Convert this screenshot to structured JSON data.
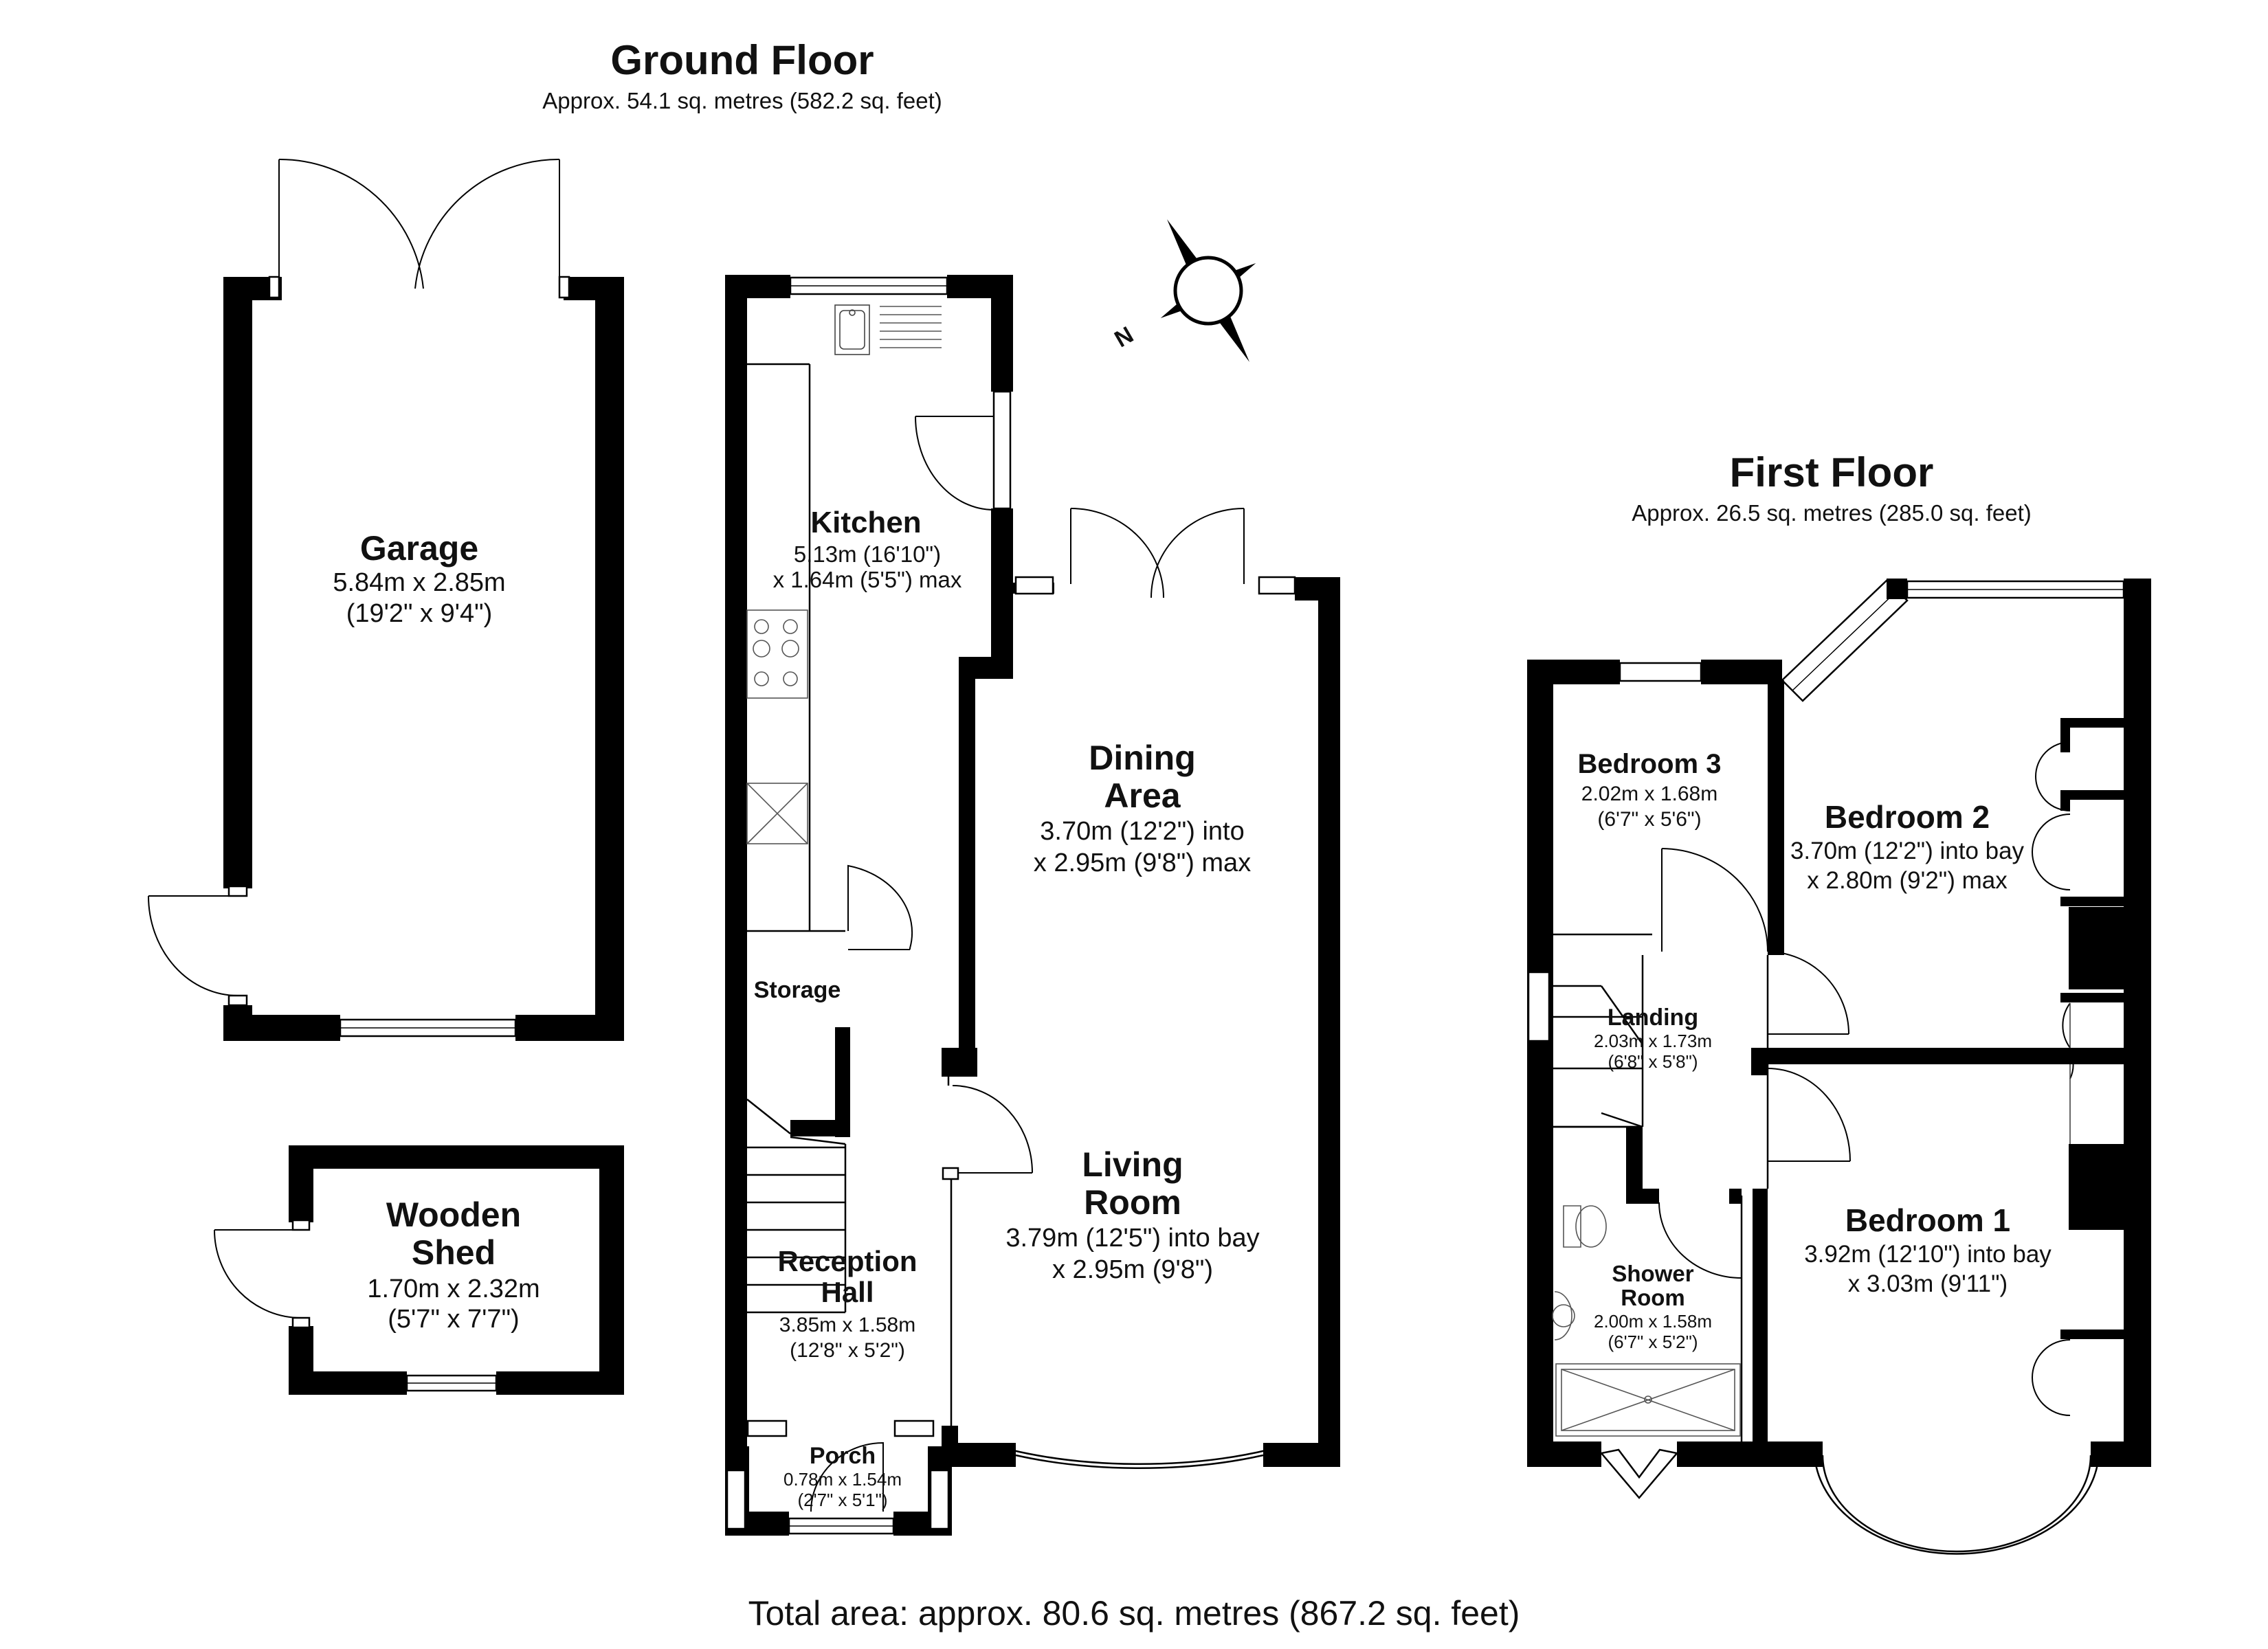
{
  "ground_floor": {
    "title": "Ground Floor",
    "area": "Approx. 54.1 sq. metres (582.2 sq. feet)"
  },
  "first_floor": {
    "title": "First Floor",
    "area": "Approx. 26.5 sq. metres (285.0 sq. feet)"
  },
  "compass": {
    "label": "N"
  },
  "rooms": {
    "garage": {
      "name": "Garage",
      "dim1": "5.84m x 2.85m",
      "dim2": "(19'2\" x 9'4\")"
    },
    "kitchen": {
      "name": "Kitchen",
      "dim1": "5.13m (16'10\")",
      "dim2": "x 1.64m (5'5\") max"
    },
    "dining": {
      "name1": "Dining",
      "name2": "Area",
      "dim1": "3.70m (12'2\") into",
      "dim2": "x 2.95m (9'8\") max"
    },
    "storage": {
      "name": "Storage"
    },
    "living": {
      "name1": "Living",
      "name2": "Room",
      "dim1": "3.79m (12'5\") into bay",
      "dim2": "x 2.95m (9'8\")"
    },
    "reception": {
      "name1": "Reception",
      "name2": "Hall",
      "dim1": "3.85m x 1.58m",
      "dim2": "(12'8\" x 5'2\")"
    },
    "porch": {
      "name": "Porch",
      "dim1": "0.78m x 1.54m",
      "dim2": "(2'7\" x 5'1\")"
    },
    "shed": {
      "name1": "Wooden",
      "name2": "Shed",
      "dim1": "1.70m x 2.32m",
      "dim2": "(5'7\" x 7'7\")"
    },
    "bedroom3": {
      "name": "Bedroom 3",
      "dim1": "2.02m x 1.68m",
      "dim2": "(6'7\" x 5'6\")"
    },
    "bedroom2": {
      "name": "Bedroom 2",
      "dim1": "3.70m (12'2\") into bay",
      "dim2": "x 2.80m (9'2\") max"
    },
    "landing": {
      "name": "Landing",
      "dim1": "2.03m x 1.73m",
      "dim2": "(6'8\" x 5'8\")"
    },
    "shower": {
      "name1": "Shower",
      "name2": "Room",
      "dim1": "2.00m x 1.58m",
      "dim2": "(6'7\" x 5'2\")"
    },
    "bedroom1": {
      "name": "Bedroom 1",
      "dim1": "3.92m (12'10\") into bay",
      "dim2": "x 3.03m (9'11\")"
    }
  },
  "total_area": "Total area: approx. 80.6 sq. metres (867.2 sq. feet)"
}
